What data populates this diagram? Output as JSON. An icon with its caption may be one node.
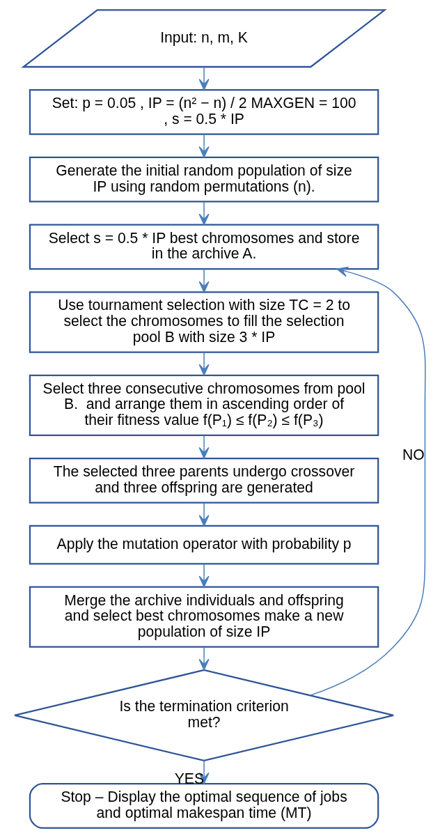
{
  "diagram": {
    "nodes": [
      {
        "text": [
          "Input: n, m, K"
        ]
      },
      {
        "text": [
          "Set: p = 0.05 , IP = (n² − n) / 2 MAXGEN = 100 , s = 0.5 * IP"
        ]
      },
      {
        "text": [
          "Generate the initial random population of size IP using random permutations (n)."
        ]
      },
      {
        "text": [
          "Select s = 0.5 * IP best chromosomes and store in the archive A."
        ]
      },
      {
        "text": [
          "Use tournament selection with size TC = 2 to select the chromosomes to fill the selection pool B with size 3 * IP"
        ]
      },
      {
        "text": [
          "Select three consecutive chromosomes from pool B.  and arrange them in ascending order of their fitness value f(P₁) ≤ f(P₂) ≤ f(P₃)"
        ]
      },
      {
        "text": [
          "The selected three parents undergo crossover and three offspring are generated"
        ]
      },
      {
        "text": [
          "Apply the mutation operator with probability p"
        ]
      },
      {
        "text": [
          "Merge the archive individuals and offspring and select best chromosomes make a new population of size IP"
        ]
      },
      {
        "text": [
          "Is the termination criterion met?"
        ]
      },
      {
        "text": [
          "Stop – Display the optimal sequence of jobs and optimal makespan time (MT)"
        ]
      }
    ],
    "edges": [
      {
        "from": 0,
        "to": 1,
        "arrow": "to"
      },
      {
        "from": 1,
        "to": 2,
        "arrow": "to"
      },
      {
        "from": 2,
        "to": 3,
        "arrow": "to"
      },
      {
        "from": 3,
        "to": 4,
        "arrow": "to"
      },
      {
        "from": 4,
        "to": 5,
        "arrow": "to"
      },
      {
        "from": 5,
        "to": 6,
        "arrow": "to"
      },
      {
        "from": 6,
        "to": 7,
        "arrow": "to"
      },
      {
        "from": 7,
        "to": 8,
        "arrow": "to"
      },
      {
        "from": 8,
        "to": 9,
        "arrow": "to"
      },
      {
        "from": 9,
        "to": 3,
        "arrow": "to",
        "label": "NO"
      },
      {
        "from": 9,
        "to": 10,
        "arrow": "to",
        "label": "YES"
      }
    ]
  }
}
